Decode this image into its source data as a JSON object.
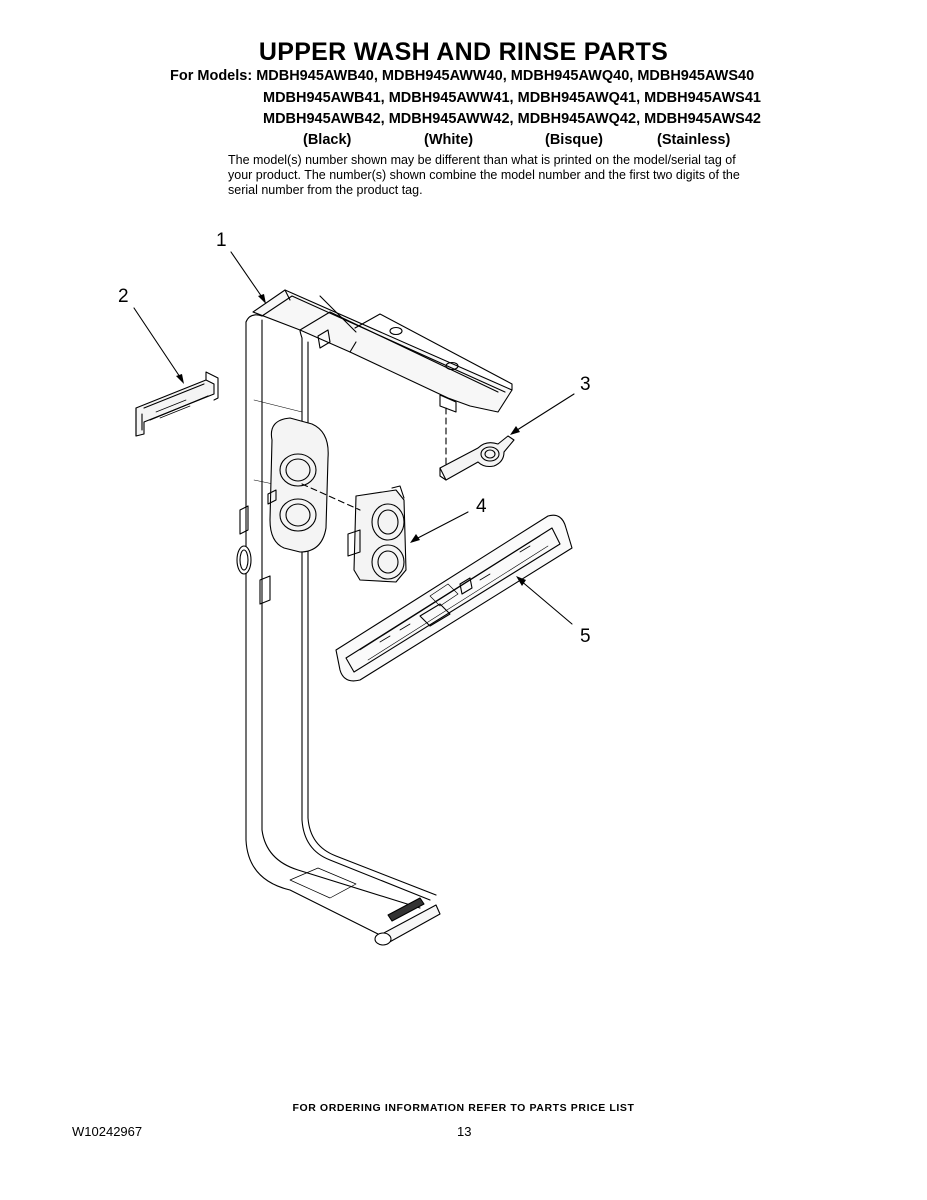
{
  "header": {
    "title": "UPPER WASH AND RINSE PARTS",
    "models_line_1": "For Models: MDBH945AWB40, MDBH945AWW40, MDBH945AWQ40, MDBH945AWS40",
    "models_line_2": "MDBH945AWB41, MDBH945AWW41, MDBH945AWQ41, MDBH945AWS41",
    "models_line_3": "MDBH945AWB42, MDBH945AWW42, MDBH945AWQ42, MDBH945AWS42",
    "colors": [
      "(Black)",
      "(White)",
      "(Bisque)",
      "(Stainless)"
    ],
    "note": "The model(s) number shown may be different than what is printed on the model/serial tag of your product. The number(s) shown combine the model number and the first two digits of the serial number from the product tag."
  },
  "callouts": [
    "1",
    "2",
    "3",
    "4",
    "5"
  ],
  "footer": {
    "ordering_info": "FOR ORDERING INFORMATION REFER TO PARTS PRICE LIST",
    "document_number": "W10242967",
    "page_number": "13"
  }
}
